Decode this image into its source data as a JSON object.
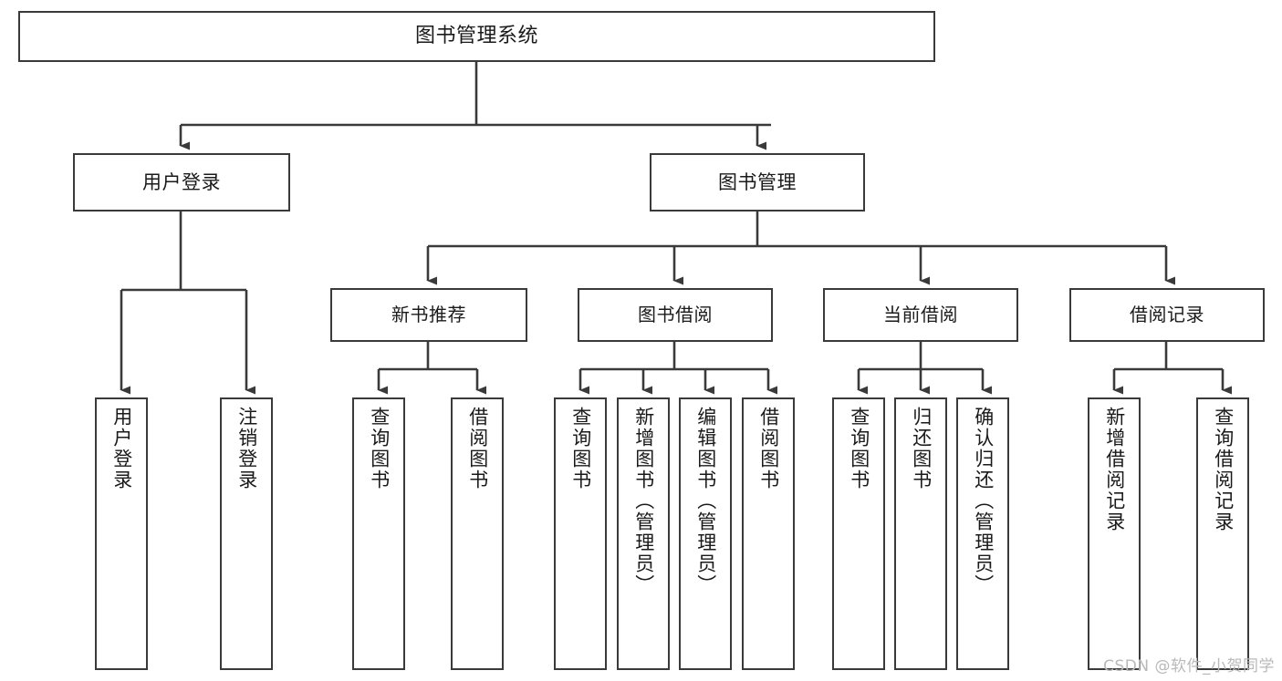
{
  "diagram": {
    "title": "图书管理系统",
    "type": "tree-hierarchy-chart",
    "watermark": "CSDN @软件_小贺同学",
    "colors": {
      "box_border": "#3a3a3a",
      "box_fill": "#ffffff",
      "connector": "#3a3a3a",
      "text": "#1a1a1a",
      "watermark": "#b9b9b9",
      "background": "#ffffff"
    },
    "root": {
      "label": "图书管理系统",
      "level": 1
    },
    "level2": [
      {
        "label": "用户登录",
        "level": 2
      },
      {
        "label": "图书管理",
        "level": 2
      }
    ],
    "level3": [
      {
        "label": "新书推荐",
        "level": 3,
        "parent": "图书管理"
      },
      {
        "label": "图书借阅",
        "level": 3,
        "parent": "图书管理"
      },
      {
        "label": "当前借阅",
        "level": 3,
        "parent": "图书管理"
      },
      {
        "label": "借阅记录",
        "level": 3,
        "parent": "图书管理"
      }
    ],
    "leaves": {
      "user_login": [
        {
          "label": "用户登录"
        },
        {
          "label": "注销登录"
        }
      ],
      "new_book_recommend": [
        {
          "label": "查询图书"
        },
        {
          "label": "借阅图书"
        }
      ],
      "book_borrow": [
        {
          "label": "查询图书"
        },
        {
          "label": "新增图书（管理员）"
        },
        {
          "label": "编辑图书（管理员）"
        },
        {
          "label": "借阅图书"
        }
      ],
      "current_borrow": [
        {
          "label": "查询图书"
        },
        {
          "label": "归还图书"
        },
        {
          "label": "确认归还（管理员）"
        }
      ],
      "borrow_record": [
        {
          "label": "新增借阅记录"
        },
        {
          "label": "查询借阅记录"
        }
      ]
    }
  }
}
